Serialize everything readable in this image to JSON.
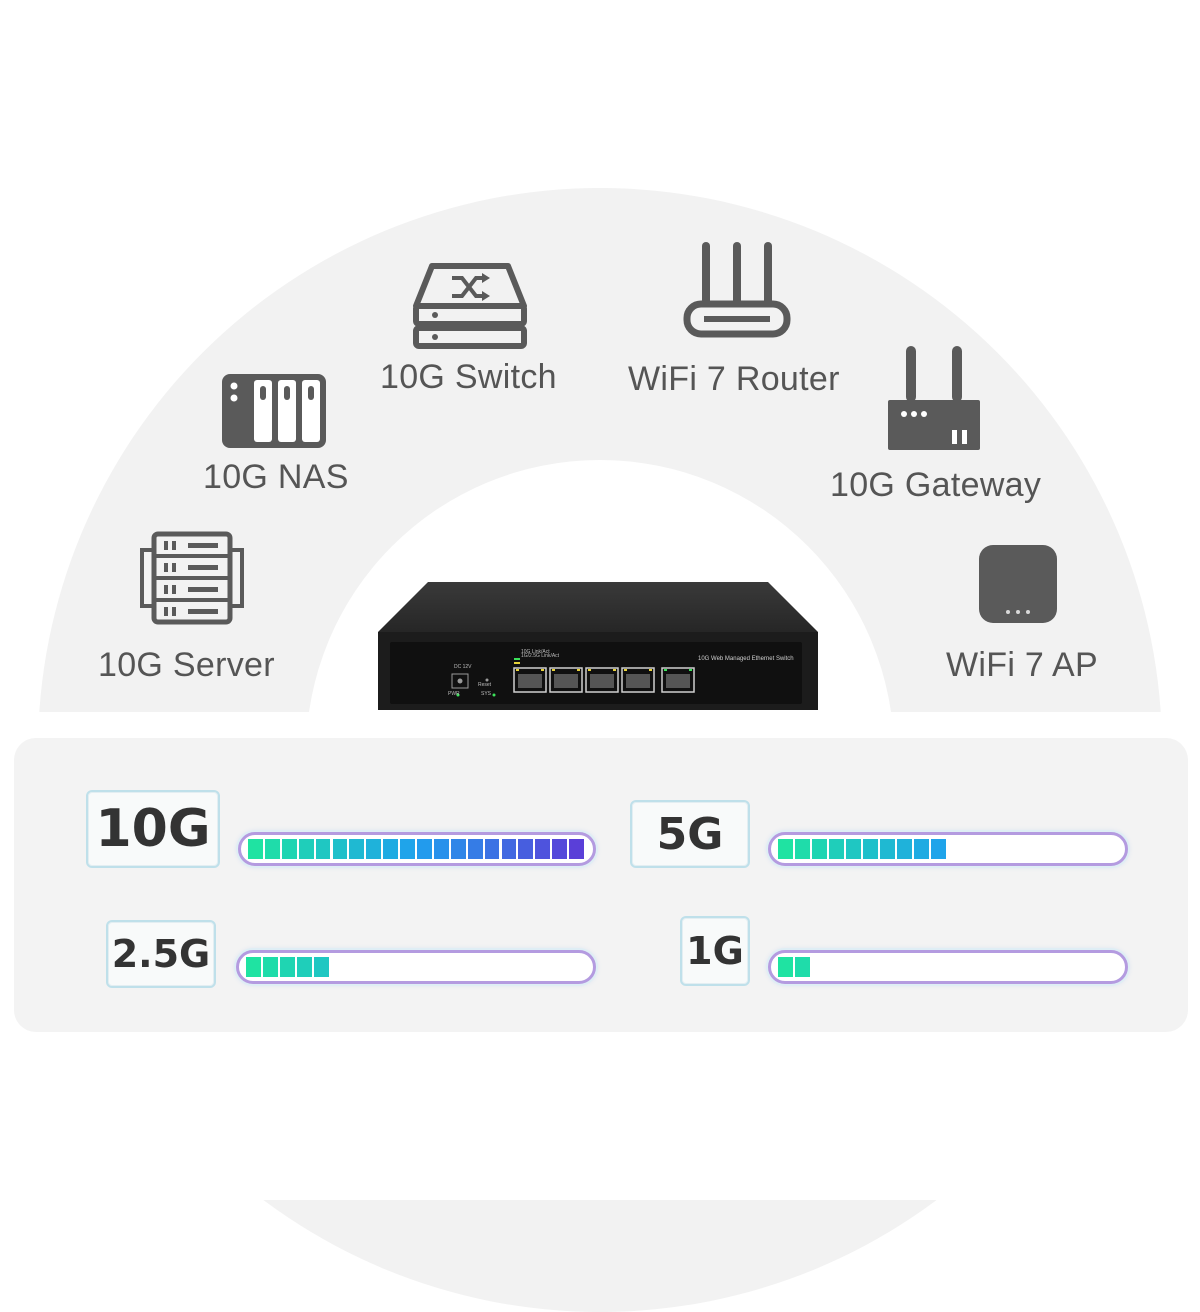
{
  "devices": [
    {
      "id": "server",
      "label": "10G Server"
    },
    {
      "id": "nas",
      "label": "10G NAS"
    },
    {
      "id": "switch",
      "label": "10G Switch"
    },
    {
      "id": "router",
      "label": "WiFi 7 Router"
    },
    {
      "id": "gateway",
      "label": "10G Gateway"
    },
    {
      "id": "ap",
      "label": "WiFi 7 AP"
    }
  ],
  "product": {
    "model_text": "10G Web Managed Ethernet Switch",
    "led_legend_1": "10G Link/Act",
    "led_legend_2": "1G/2.5G Link/Act",
    "power_label": "DC 12V",
    "pwr_label": "PWR",
    "reset_label": "Reset",
    "sys_label": "SYS"
  },
  "speeds": [
    {
      "label": "10G",
      "fill": 1.0
    },
    {
      "label": "5G",
      "fill": 0.5
    },
    {
      "label": "2.5G",
      "fill": 0.25
    },
    {
      "label": "1G",
      "fill": 0.1
    }
  ],
  "colors": {
    "icon": "#5a5a5a",
    "label": "#555555",
    "bar_start": "#1fe3a2",
    "bar_mid": "#1fa0ee",
    "bar_end": "#5a3fd8",
    "bar_border": "#b49be0"
  }
}
